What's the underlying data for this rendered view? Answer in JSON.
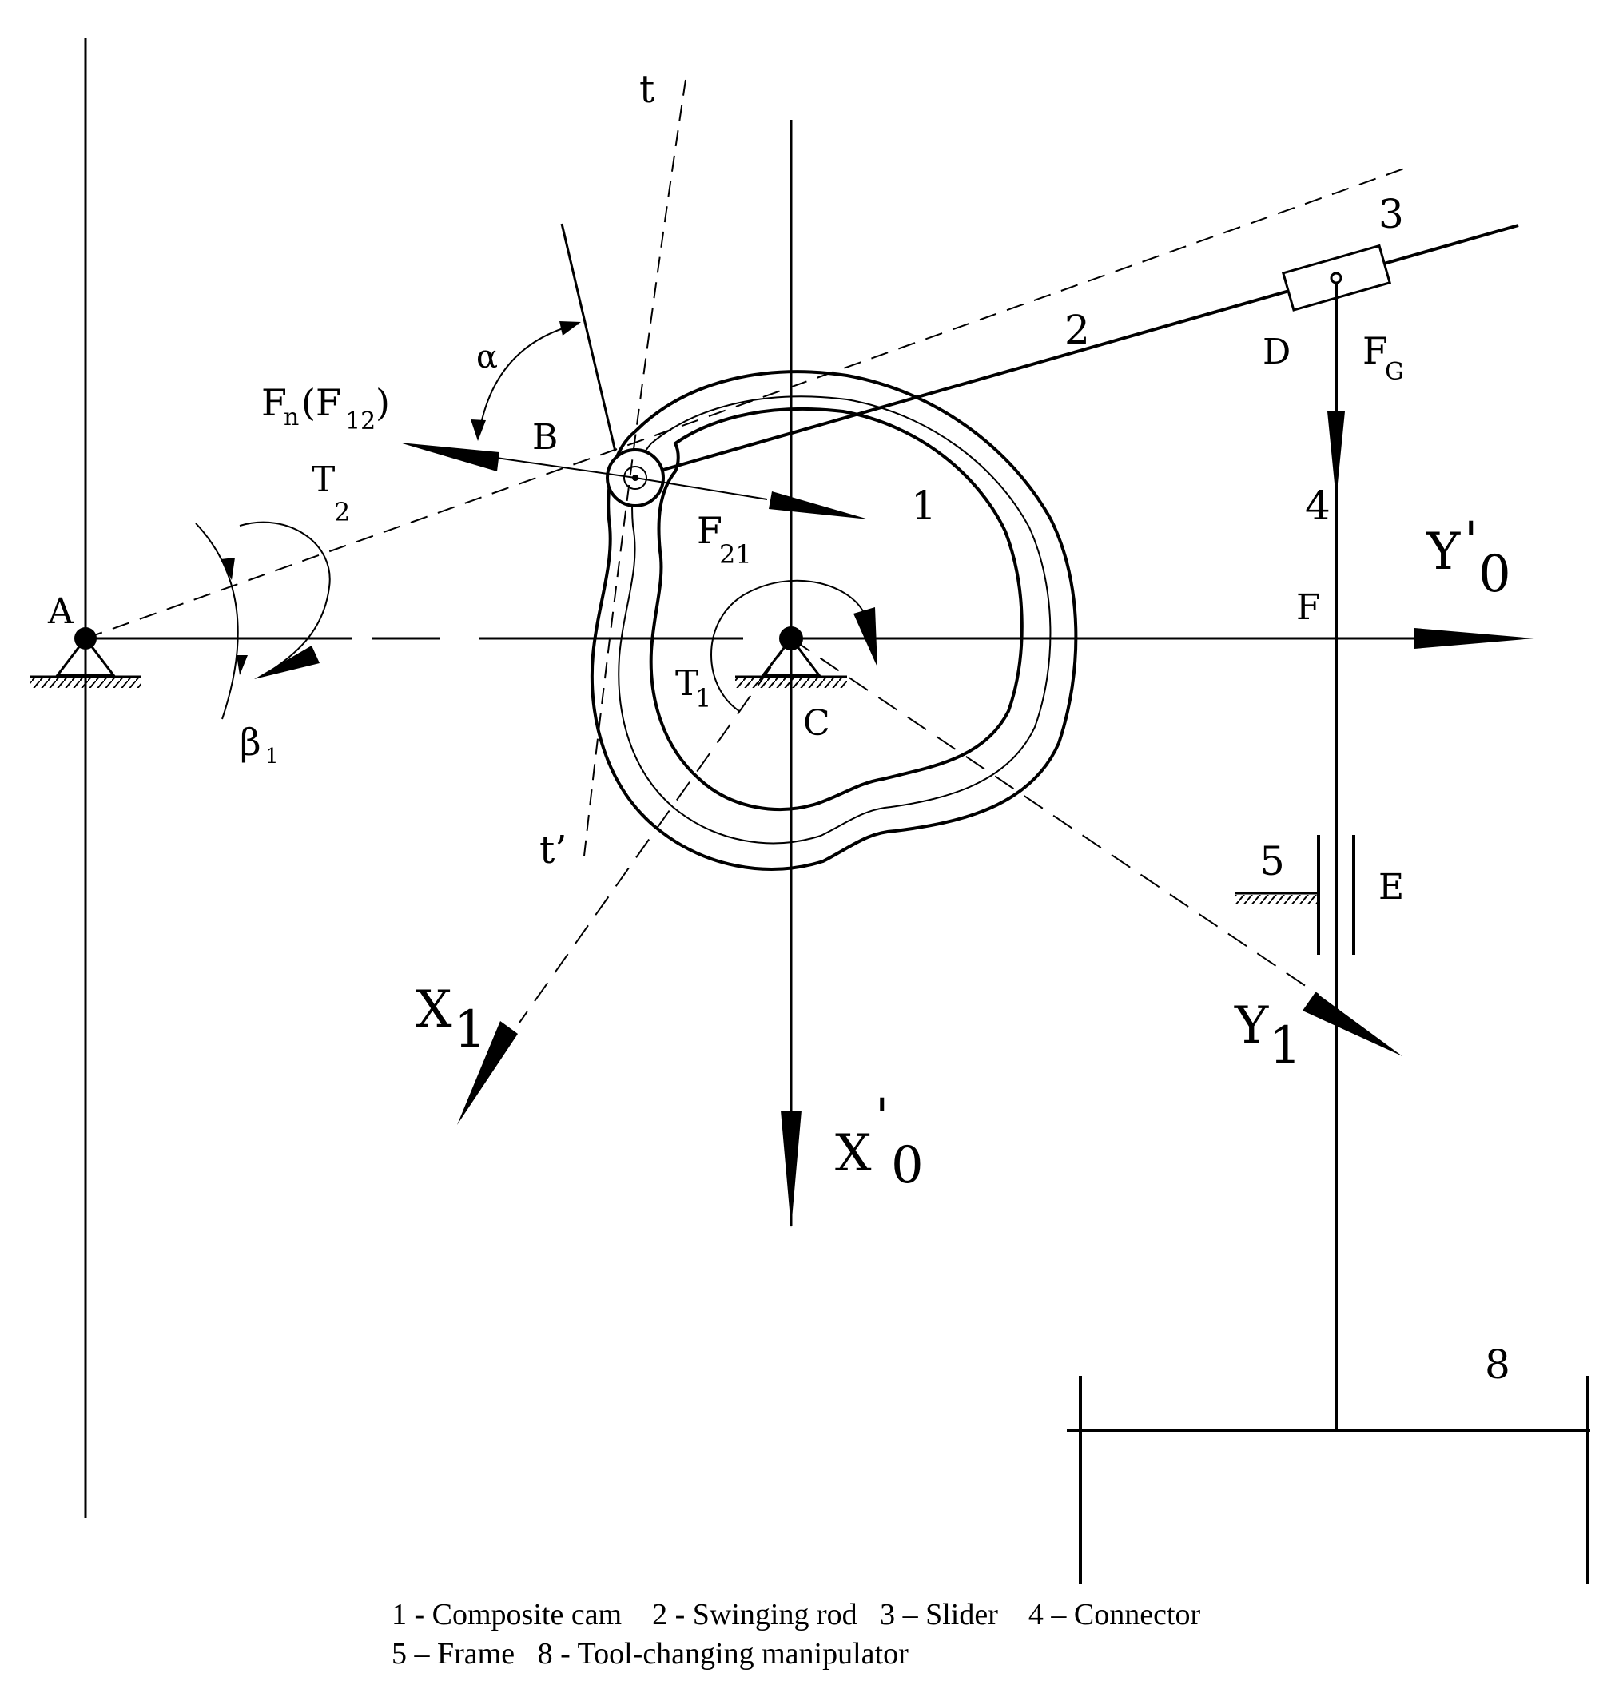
{
  "labels": {
    "point_A": "A",
    "point_B": "B",
    "point_C": "C",
    "point_D": "D",
    "point_E": "E",
    "point_F": "F",
    "tangent_t": "t",
    "tangent_t_prime": "t’",
    "alpha": "α",
    "fn_main": "F",
    "fn_sub": "n",
    "fn_open": "(F",
    "fn_sub2": "12",
    "fn_close": ")",
    "t2_main": "T",
    "t2_sub": "2",
    "t1_main": "T",
    "t1_sub": "1",
    "beta_main": "β",
    "beta_sub": "1",
    "f21_main": "F",
    "f21_sub": "21",
    "fg_main": "F",
    "fg_sub": "G",
    "part_1": "1",
    "part_2": "2",
    "part_3": "3",
    "part_4": "4",
    "part_5": "5",
    "part_8": "8",
    "y0_main": "Y",
    "y0_prime": "'",
    "y0_sub": "0",
    "x0_main": "X",
    "x0_prime": "'",
    "x0_sub": "0",
    "x1_main": "X",
    "x1_sub": "1",
    "y1_main": "Y",
    "y1_sub": "1"
  },
  "caption": {
    "line1": "1 - Composite cam    2 - Swinging rod   3 – Slider    4 – Connector",
    "line2": "5 – Frame   8 - Tool-changing manipulator"
  },
  "colors": {
    "ink": "#000000",
    "background": "#ffffff"
  }
}
